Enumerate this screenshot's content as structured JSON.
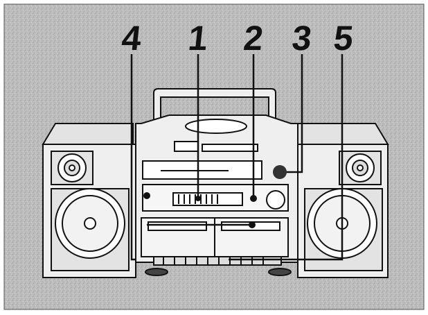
{
  "callouts": [
    "1",
    "2",
    "3",
    "4",
    "5"
  ],
  "colors": {
    "background": "#b9b9b9",
    "ink": "#111111",
    "body_fill": "#efefef",
    "speaker_fill": "#e3e3e3",
    "frame": "#ffffff"
  },
  "icons": {
    "device": "portable-stereo-boombox-icon",
    "speaker": "loudspeaker-icon",
    "cd": "cd-lid-icon",
    "cassette": "cassette-deck-icon",
    "knob": "rotary-knob-icon"
  }
}
